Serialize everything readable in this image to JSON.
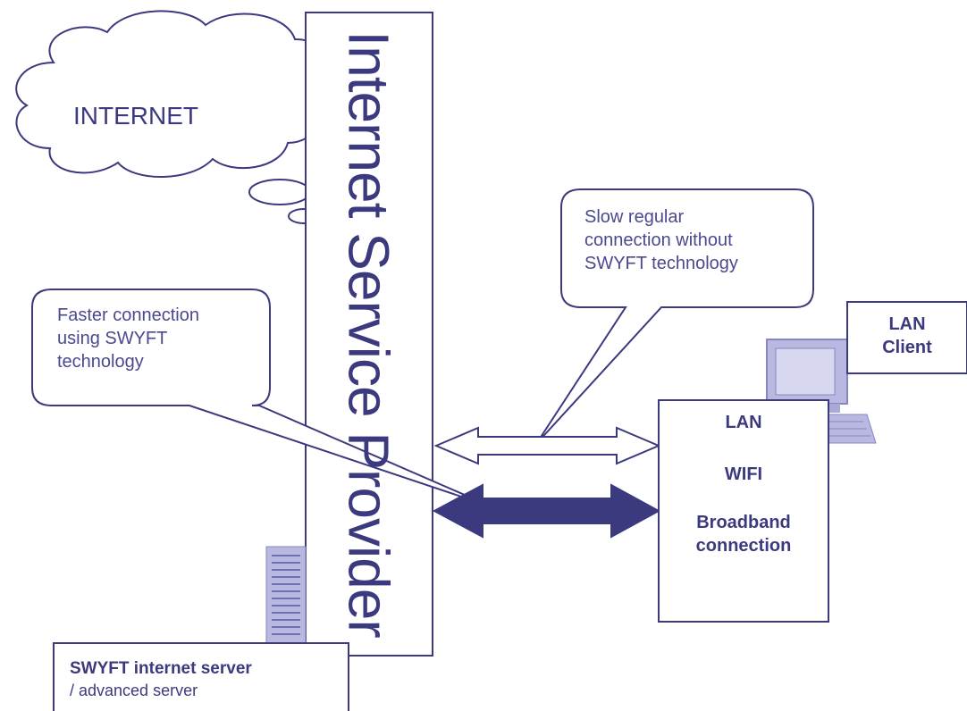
{
  "cloud": {
    "label": "INTERNET"
  },
  "isp": {
    "label": "Internet Service Provider"
  },
  "callouts": {
    "slow": [
      "Slow regular",
      "connection without",
      "SWYFT technology"
    ],
    "fast": [
      "Faster connection",
      "using SWYFT",
      "technology"
    ]
  },
  "lan_client": {
    "line1": "LAN",
    "line2": "Client"
  },
  "lan_box": {
    "lan": "LAN",
    "wifi": "WIFI",
    "broadband1": "Broadband",
    "broadband2": "connection"
  },
  "server": {
    "title": "SWYFT internet server",
    "subtitle": "/ advanced server"
  },
  "colors": {
    "ink": "#3b3a7e",
    "arrow_dark": "#3b3a7e",
    "computer": "#b9b8e0"
  }
}
